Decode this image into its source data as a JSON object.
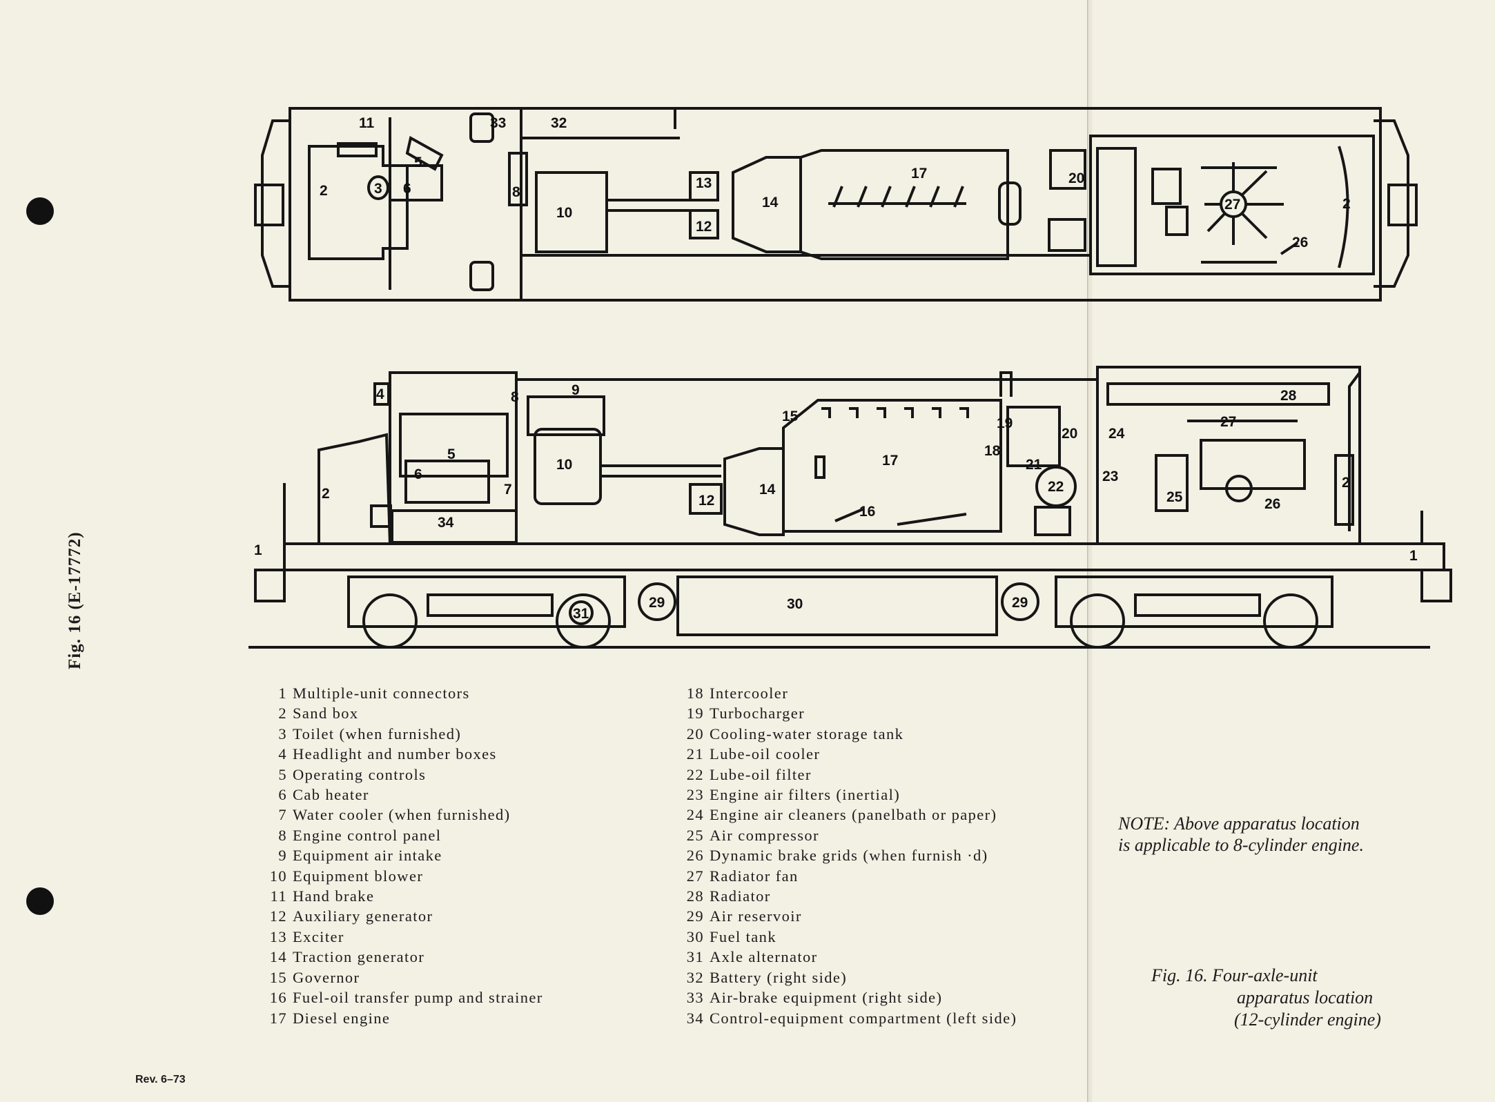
{
  "figure": {
    "side_label": "Fig. 16 (E-17772)",
    "note": "NOTE:  Above apparatus location is applicable to 8-cylinder engine.",
    "note_line1": "NOTE:  Above apparatus location",
    "note_line2": "is applicable to 8-cylinder engine.",
    "caption_line1": "Fig. 16.   Four-axle-unit",
    "caption_line2": "apparatus location",
    "caption_line3": "(12-cylinder engine)",
    "revision": "Rev. 6–73"
  },
  "legend": [
    {
      "num": "1",
      "text": "Multiple-unit connectors"
    },
    {
      "num": "2",
      "text": "Sand box"
    },
    {
      "num": "3",
      "text": "Toilet (when furnished)"
    },
    {
      "num": "4",
      "text": "Headlight and number boxes"
    },
    {
      "num": "5",
      "text": "Operating controls"
    },
    {
      "num": "6",
      "text": "Cab heater"
    },
    {
      "num": "7",
      "text": "Water cooler (when furnished)"
    },
    {
      "num": "8",
      "text": "Engine control panel"
    },
    {
      "num": "9",
      "text": "Equipment air intake"
    },
    {
      "num": "10",
      "text": "Equipment blower"
    },
    {
      "num": "11",
      "text": "Hand brake"
    },
    {
      "num": "12",
      "text": "Auxiliary generator"
    },
    {
      "num": "13",
      "text": "Exciter"
    },
    {
      "num": "14",
      "text": "Traction generator"
    },
    {
      "num": "15",
      "text": "Governor"
    },
    {
      "num": "16",
      "text": "Fuel-oil transfer pump and strainer"
    },
    {
      "num": "17",
      "text": "Diesel engine"
    },
    {
      "num": "18",
      "text": "Intercooler"
    },
    {
      "num": "19",
      "text": "Turbocharger"
    },
    {
      "num": "20",
      "text": "Cooling-water storage tank"
    },
    {
      "num": "21",
      "text": "Lube-oil cooler"
    },
    {
      "num": "22",
      "text": "Lube-oil filter"
    },
    {
      "num": "23",
      "text": "Engine air filters (inertial)"
    },
    {
      "num": "24",
      "text": "Engine air cleaners (panelbath or paper)"
    },
    {
      "num": "25",
      "text": "Air compressor"
    },
    {
      "num": "26",
      "text": "Dynamic brake grids (when furnish ·d)"
    },
    {
      "num": "27",
      "text": "Radiator fan"
    },
    {
      "num": "28",
      "text": "Radiator"
    },
    {
      "num": "29",
      "text": "Air reservoir"
    },
    {
      "num": "30",
      "text": "Fuel tank"
    },
    {
      "num": "31",
      "text": "Axle alternator"
    },
    {
      "num": "32",
      "text": "Battery (right side)"
    },
    {
      "num": "33",
      "text": "Air-brake equipment (right side)"
    },
    {
      "num": "34",
      "text": "Control-equipment compartment (left side)"
    }
  ],
  "callouts": {
    "top": [
      "11",
      "2",
      "3",
      "6",
      "5",
      "33",
      "32",
      "8",
      "10",
      "13",
      "12",
      "14",
      "17",
      "20",
      "27",
      "26",
      "2"
    ],
    "side": [
      "4",
      "8",
      "9",
      "10",
      "5",
      "6",
      "7",
      "2",
      "34",
      "15",
      "17",
      "18",
      "19",
      "20",
      "24",
      "21",
      "22",
      "23",
      "25",
      "26",
      "27",
      "28",
      "14",
      "12",
      "16",
      "2",
      "1",
      "1",
      "29",
      "30",
      "29",
      "31"
    ]
  }
}
